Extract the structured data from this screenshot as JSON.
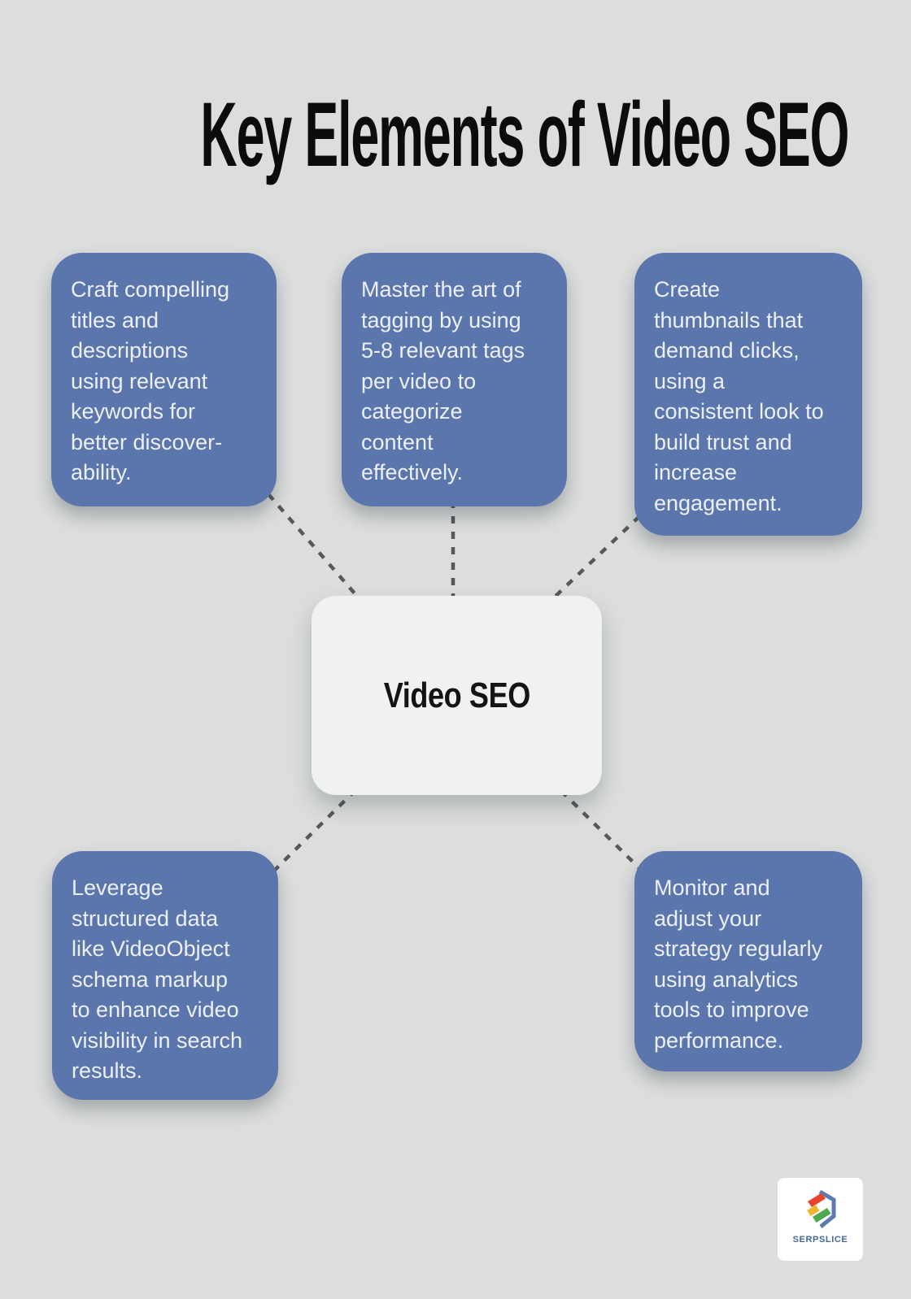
{
  "title": "Key Elements of Video SEO",
  "center_node": {
    "label": "Video SEO"
  },
  "boxes": [
    {
      "name": "titles-descriptions",
      "text": "Craft compelling\ntitles and\ndescriptions\nusing relevant\nkeywords for\nbetter discover-\nability."
    },
    {
      "name": "tagging",
      "text": "Master the art of\ntagging by using\n5-8 relevant tags\nper video to\ncategorize\ncontent\neffectively."
    },
    {
      "name": "thumbnails",
      "text": "Create\nthumbnails that\ndemand clicks,\nusing a\nconsistent look to\nbuild trust and\nincrease\nengagement."
    },
    {
      "name": "structured-data",
      "text": "Leverage\nstructured data\nlike VideoObject\nschema markup\nto enhance video\nvisibility in search\nresults."
    },
    {
      "name": "analytics",
      "text": "Monitor and\nadjust your\nstrategy regularly\nusing analytics\ntools to improve\nperformance."
    }
  ],
  "logo": {
    "brand": "SERPSLICE"
  },
  "colors": {
    "background": "#dcdedd",
    "box_fill": "#5b76ad",
    "box_text": "#ecf0f5",
    "center_fill": "#eff1f2",
    "title_text": "#0c0c0c",
    "connector": "#57585c",
    "logo_text": "#46679c",
    "logo_red": "#e8432e",
    "logo_yellow": "#f0b62a",
    "logo_green": "#4fa84e",
    "logo_blue": "#5b7ab0"
  }
}
